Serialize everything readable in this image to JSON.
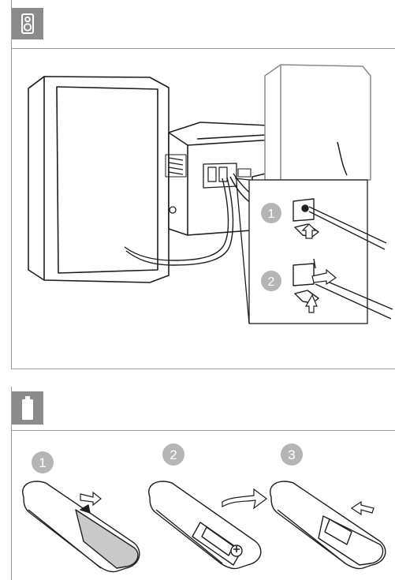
{
  "sections": [
    {
      "icon": "speaker-icon",
      "steps": [
        "1",
        "2"
      ]
    },
    {
      "icon": "battery-icon",
      "steps": [
        "1",
        "2",
        "3"
      ]
    }
  ],
  "colors": {
    "tab_fill": "#8b8b8b",
    "badge_fill": "#b5b5b5",
    "line": "#1e1e1e",
    "rule": "#9a9a9a",
    "arrow_fill": "#ffffff"
  }
}
